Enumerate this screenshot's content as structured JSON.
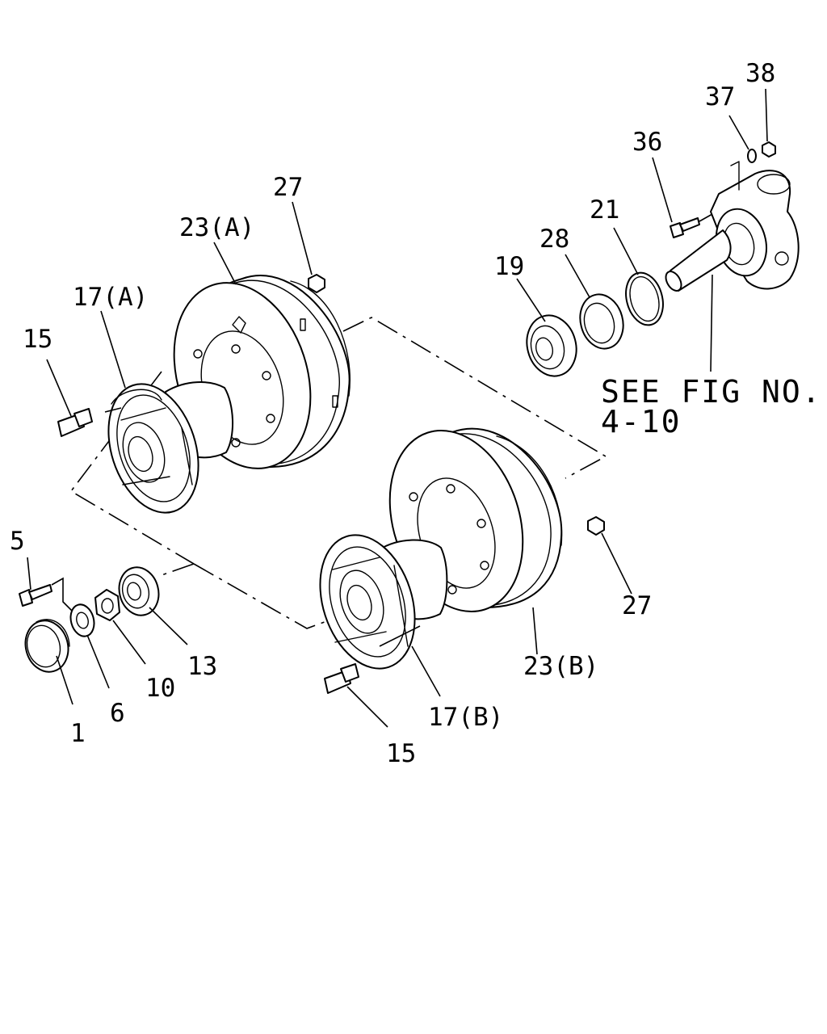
{
  "labels": {
    "p1": "1",
    "p5": "5",
    "p6": "6",
    "p10": "10",
    "p13": "13",
    "p15a": "15",
    "p15b": "15",
    "p17a": "17(A)",
    "p17b": "17(B)",
    "p19": "19",
    "p21": "21",
    "p23a": "23(A)",
    "p23b": "23(B)",
    "p27a": "27",
    "p27b": "27",
    "p28": "28",
    "p36": "36",
    "p37": "37",
    "p38": "38"
  },
  "note": {
    "line1": "SEE FIG NO.",
    "line2": "4-10"
  }
}
